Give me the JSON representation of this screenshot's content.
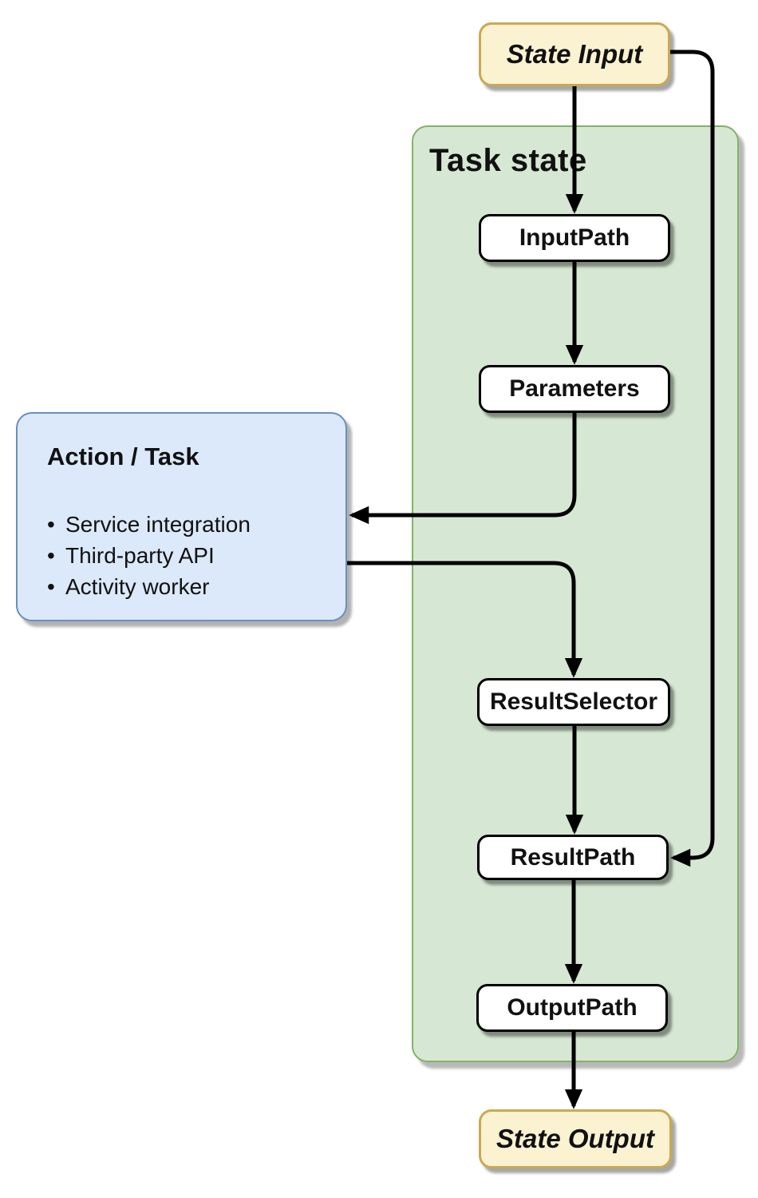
{
  "diagram": {
    "container_label": "Task state",
    "nodes": {
      "state_input": {
        "label": "State Input"
      },
      "input_path": {
        "label": "InputPath"
      },
      "parameters": {
        "label": "Parameters"
      },
      "action_task": {
        "title": "Action / Task",
        "bullets": [
          "Service integration",
          "Third-party API",
          "Activity worker"
        ]
      },
      "result_selector": {
        "label": "ResultSelector"
      },
      "result_path": {
        "label": "ResultPath"
      },
      "output_path": {
        "label": "OutputPath"
      },
      "state_output": {
        "label": "State Output"
      }
    },
    "colors": {
      "io_fill": "#FBF2D2",
      "io_border": "#C9A952",
      "container_fill": "#D6E7D3",
      "container_border": "#82B366",
      "action_fill": "#DBE9FA",
      "action_border": "#6C8EBF",
      "step_fill": "#FFFFFF",
      "step_border": "#000000",
      "connector": "#000000"
    }
  }
}
